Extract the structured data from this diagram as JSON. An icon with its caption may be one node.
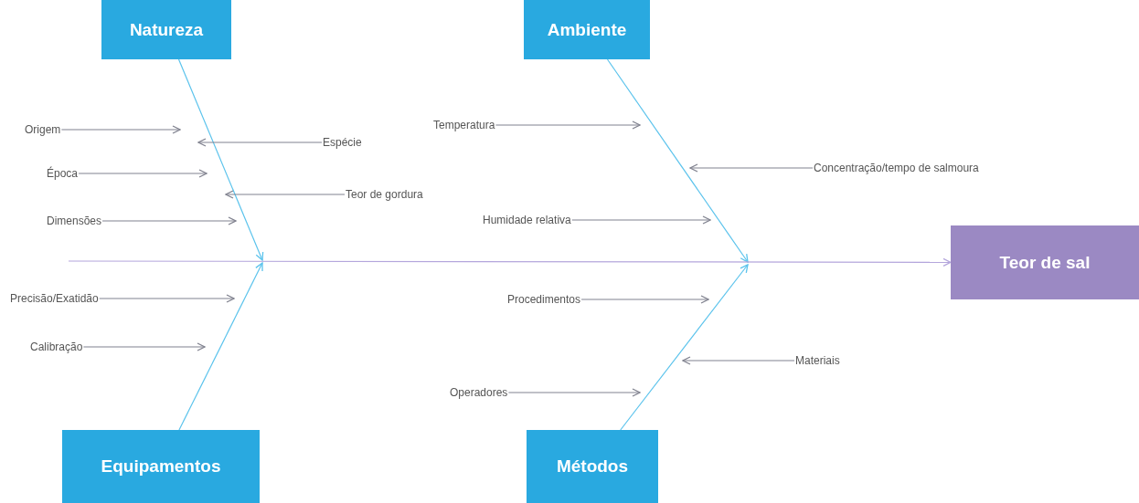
{
  "diagram": {
    "nodes": [
      {
        "text": [
          "Natureza"
        ]
      },
      {
        "text": [
          "Ambiente"
        ]
      },
      {
        "text": [
          "Teor de sal"
        ]
      },
      {
        "text": [
          "Origem"
        ]
      },
      {
        "text": [
          "Espécie"
        ]
      },
      {
        "text": [
          "Época"
        ]
      },
      {
        "text": [
          "Teor de gordura"
        ]
      },
      {
        "text": [
          "Dimensões"
        ]
      },
      {
        "text": [
          "Temperatura"
        ]
      },
      {
        "text": [
          "Concentração/tempo de salmoura"
        ]
      },
      {
        "text": [
          "Humidade relativa"
        ]
      },
      {
        "text": [
          "Procedimentos"
        ]
      },
      {
        "text": [
          "Materiais"
        ]
      },
      {
        "text": [
          "Precisão/Exatidão"
        ]
      },
      {
        "text": [
          "Calibração"
        ]
      },
      {
        "text": [
          "Operadores"
        ]
      },
      {
        "text": [
          "Equipamentos"
        ]
      },
      {
        "text": [
          "Métodos"
        ]
      }
    ],
    "edges": [
      {
        "from": 0,
        "to": null,
        "arrow": "to",
        "color": "#5bc3ec"
      },
      {
        "from": 1,
        "to": null,
        "arrow": "to",
        "color": "#5bc3ec"
      },
      {
        "from": 16,
        "to": null,
        "arrow": "to",
        "color": "#5bc3ec"
      },
      {
        "from": 17,
        "to": null,
        "arrow": "to",
        "color": "#5bc3ec"
      },
      {
        "from": null,
        "to": 2,
        "arrow": "to",
        "color": "#b4a6dc"
      },
      {
        "from": 3,
        "to": null,
        "arrow": "to"
      },
      {
        "from": 4,
        "to": null,
        "arrow": "to"
      },
      {
        "from": 5,
        "to": null,
        "arrow": "to"
      },
      {
        "from": 6,
        "to": null,
        "arrow": "to"
      },
      {
        "from": 7,
        "to": null,
        "arrow": "to"
      },
      {
        "from": 8,
        "to": null,
        "arrow": "to"
      },
      {
        "from": 9,
        "to": null,
        "arrow": "to"
      },
      {
        "from": 10,
        "to": null,
        "arrow": "to"
      },
      {
        "from": 11,
        "to": null,
        "arrow": "to"
      },
      {
        "from": 12,
        "to": null,
        "arrow": "to"
      },
      {
        "from": 13,
        "to": null,
        "arrow": "to"
      },
      {
        "from": 14,
        "to": null,
        "arrow": "to"
      },
      {
        "from": 15,
        "to": null,
        "arrow": "to"
      }
    ]
  }
}
